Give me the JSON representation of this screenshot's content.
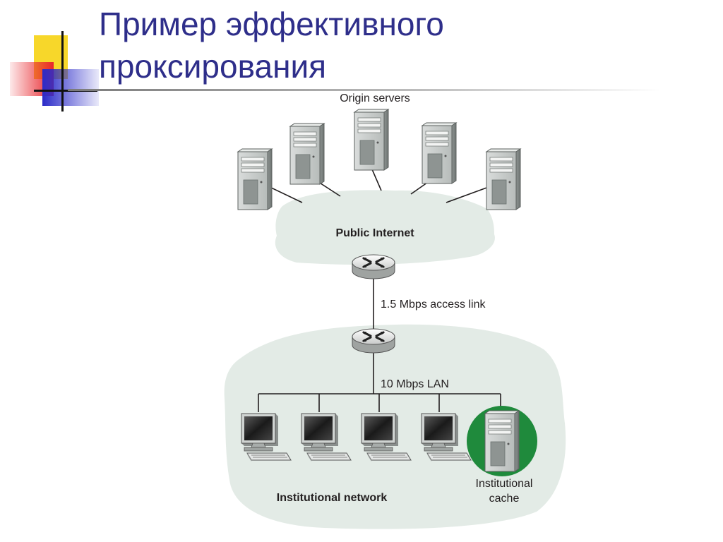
{
  "slide": {
    "title_line1": "Пример эффективного",
    "title_line2": "проксирования"
  },
  "diagram": {
    "origin_label": "Origin servers",
    "internet_label": "Public Internet",
    "access_link_label": "1.5 Mbps access link",
    "lan_label": "10 Mbps LAN",
    "network_label": "Institutional network",
    "cache_label_line1": "Institutional",
    "cache_label_line2": "cache",
    "origin_server_count": 5,
    "workstation_count": 4
  },
  "colors": {
    "title": "#2e2e8a",
    "cloud": "#e3ebe6",
    "cache_highlight": "#1f8a3c",
    "deco_yellow": "#f7d72a",
    "deco_red": "#e8262d",
    "deco_blue": "#2b2bc8"
  },
  "icons": {
    "server": "server-tower-icon",
    "router": "router-icon",
    "workstation": "desktop-computer-icon"
  }
}
